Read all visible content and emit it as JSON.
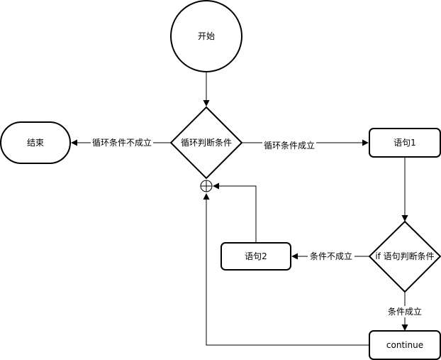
{
  "nodes": {
    "start": "开始",
    "loop_condition": "循环判断条件",
    "end": "结束",
    "statement1": "语句1",
    "if_condition": "if 语句判断条件",
    "statement2": "语句2",
    "continue": "continue"
  },
  "edges": {
    "loop_false": "循环条件不成立",
    "loop_true": "循环条件成立",
    "if_false": "条件不成立",
    "if_true": "条件成立"
  }
}
